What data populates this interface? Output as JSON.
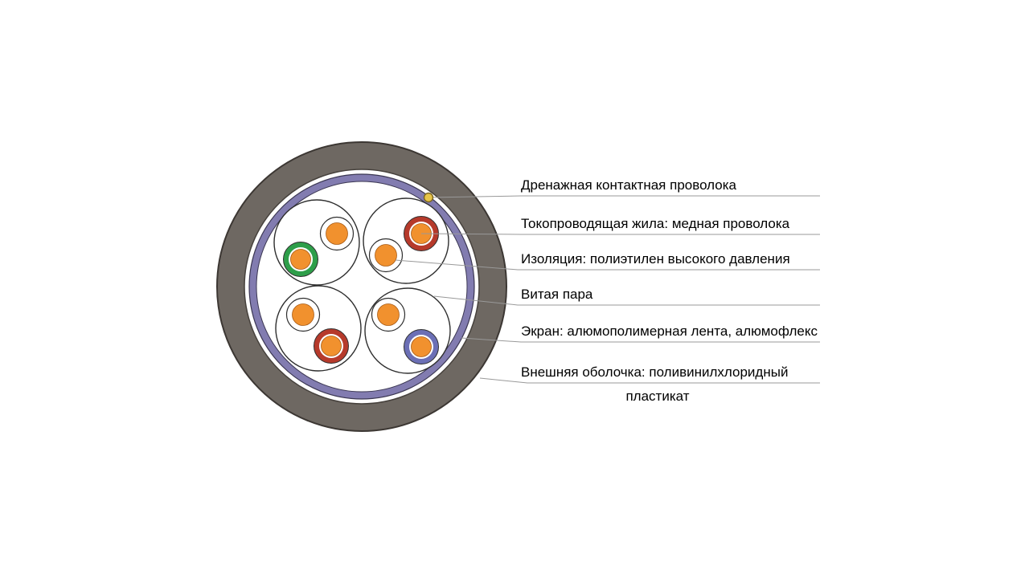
{
  "diagram": {
    "subject": "cable-cross-section",
    "callouts": [
      {
        "text": "Дренажная контактная проволока"
      },
      {
        "text": "Токопроводящая жила: медная проволока"
      },
      {
        "text": "Изоляция: полиэтилен высокого давления"
      },
      {
        "text": "Витая пара"
      },
      {
        "text": "Экран: алюмополимерная лента, алюмофлекс"
      },
      {
        "text": "Внешняя оболочка: поливинилхлоридный",
        "text2": "пластикат"
      }
    ],
    "colors": {
      "jacket": "#6e6862",
      "shield": "#827cb0",
      "copper": "#f1912e",
      "insulation_green": "#2e9e4a",
      "insulation_red": "#b63a2b",
      "insulation_blue": "#6b6fb5",
      "drain_wire": "#e7c449",
      "leader_line": "#999999",
      "text": "#000000"
    }
  }
}
